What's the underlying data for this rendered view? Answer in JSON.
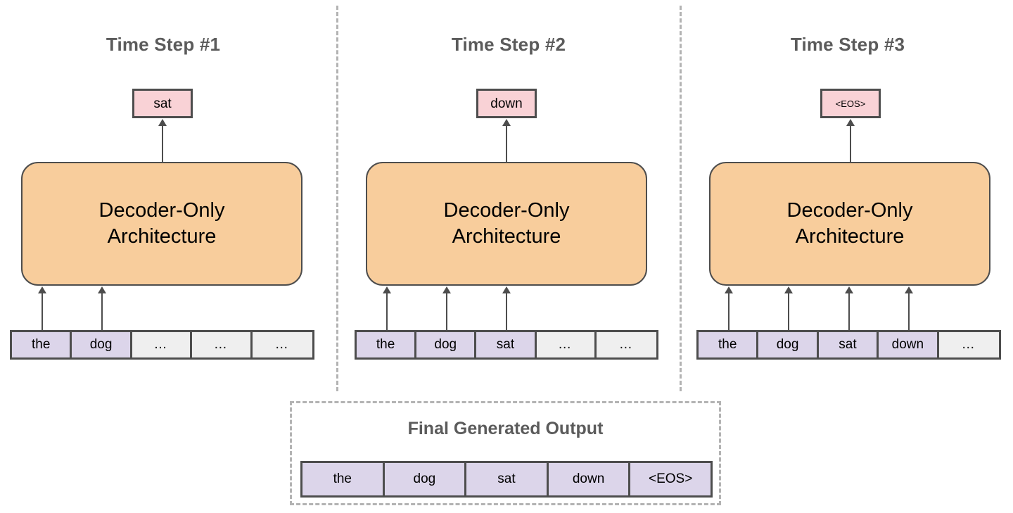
{
  "diagram": {
    "title_color": "#5b5b5b",
    "decoder_fill": "#f8cd9c",
    "prediction_fill": "#f9d2d6",
    "token_filled_fill": "#dcd5ea",
    "token_empty_fill": "#efefef",
    "stroke_color": "#4d4d4d",
    "dash_color": "#b3b3b3",
    "ellipsis": "…",
    "decoder_label_line1": "Decoder-Only",
    "decoder_label_line2": "Architecture"
  },
  "steps": [
    {
      "title": "Time Step #1",
      "prediction": "sat",
      "prediction_small": false,
      "tokens": [
        {
          "label": "the",
          "filled": true,
          "fed": true
        },
        {
          "label": "dog",
          "filled": true,
          "fed": true
        },
        {
          "label": "…",
          "filled": false,
          "fed": false
        },
        {
          "label": "…",
          "filled": false,
          "fed": false
        },
        {
          "label": "…",
          "filled": false,
          "fed": false
        }
      ]
    },
    {
      "title": "Time Step #2",
      "prediction": "down",
      "prediction_small": false,
      "tokens": [
        {
          "label": "the",
          "filled": true,
          "fed": true
        },
        {
          "label": "dog",
          "filled": true,
          "fed": true
        },
        {
          "label": "sat",
          "filled": true,
          "fed": true
        },
        {
          "label": "…",
          "filled": false,
          "fed": false
        },
        {
          "label": "…",
          "filled": false,
          "fed": false
        }
      ]
    },
    {
      "title": "Time Step #3",
      "prediction": "<EOS>",
      "prediction_small": true,
      "tokens": [
        {
          "label": "the",
          "filled": true,
          "fed": true
        },
        {
          "label": "dog",
          "filled": true,
          "fed": true
        },
        {
          "label": "sat",
          "filled": true,
          "fed": true
        },
        {
          "label": "down",
          "filled": true,
          "fed": true
        },
        {
          "label": "…",
          "filled": false,
          "fed": false
        }
      ]
    }
  ],
  "final_output": {
    "title": "Final Generated Output",
    "tokens": [
      "the",
      "dog",
      "sat",
      "down",
      "<EOS>"
    ]
  }
}
